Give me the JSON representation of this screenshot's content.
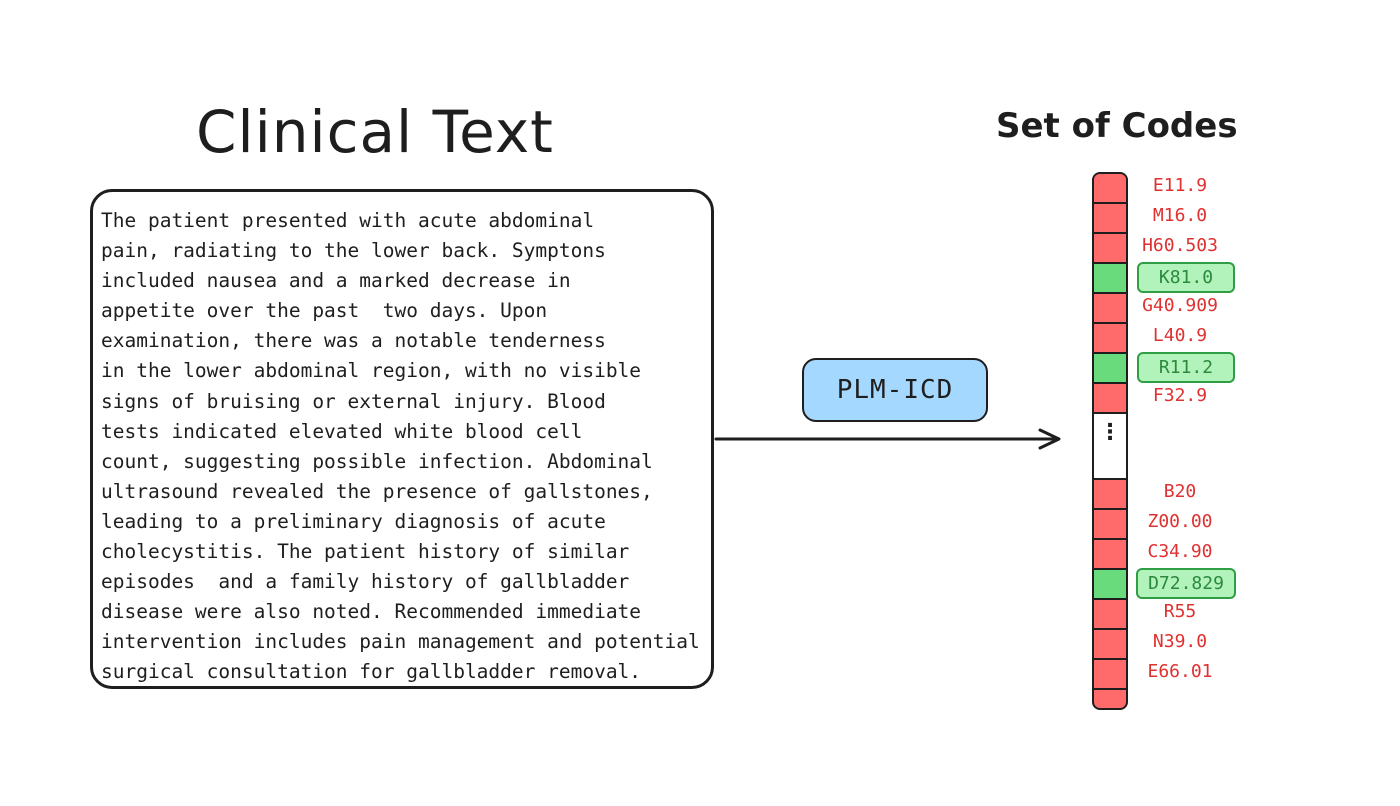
{
  "clinical_text": {
    "title": "Clinical Text",
    "lines": [
      "The patient presented with acute abdominal",
      "pain, radiating to the lower back. Symptons",
      "included nausea and a marked decrease in",
      "appetite over the past  two days. Upon",
      "examination, there was a notable tenderness",
      "in the lower abdominal region, with no visible",
      "signs of bruising or external injury. Blood",
      "tests indicated elevated white blood cell",
      "count, suggesting possible infection. Abdominal",
      "ultrasound revealed the presence of gallstones,",
      "leading to a preliminary diagnosis of acute",
      "cholecystitis. The patient history of similar",
      "episodes  and a family history of gallbladder",
      "disease were also noted. Recommended immediate",
      "intervention includes pain management and potential",
      "surgical consultation for gallbladder removal."
    ]
  },
  "model": {
    "label": "PLM-ICD",
    "color": "#a5d8ff"
  },
  "codes": {
    "title": "Set of Codes",
    "colors": {
      "negative": "#ff6b6b",
      "negative_text": "#e03131",
      "positive": "#69db7c",
      "positive_text": "#2b8a3e",
      "positive_highlight": "#b2f2bb"
    },
    "items": [
      {
        "code": "E11.9",
        "selected": false
      },
      {
        "code": "M16.0",
        "selected": false
      },
      {
        "code": "H60.503",
        "selected": false
      },
      {
        "code": "K81.0",
        "selected": true
      },
      {
        "code": "G40.909",
        "selected": false
      },
      {
        "code": "L40.9",
        "selected": false
      },
      {
        "code": "R11.2",
        "selected": true
      },
      {
        "code": "F32.9",
        "selected": false
      },
      {
        "code": "B20",
        "selected": false
      },
      {
        "code": "Z00.00",
        "selected": false
      },
      {
        "code": "C34.90",
        "selected": false
      },
      {
        "code": "D72.829",
        "selected": true
      },
      {
        "code": "R55",
        "selected": false
      },
      {
        "code": "N39.0",
        "selected": false
      },
      {
        "code": "E66.01",
        "selected": false
      }
    ],
    "ellipsis": "⋮"
  }
}
